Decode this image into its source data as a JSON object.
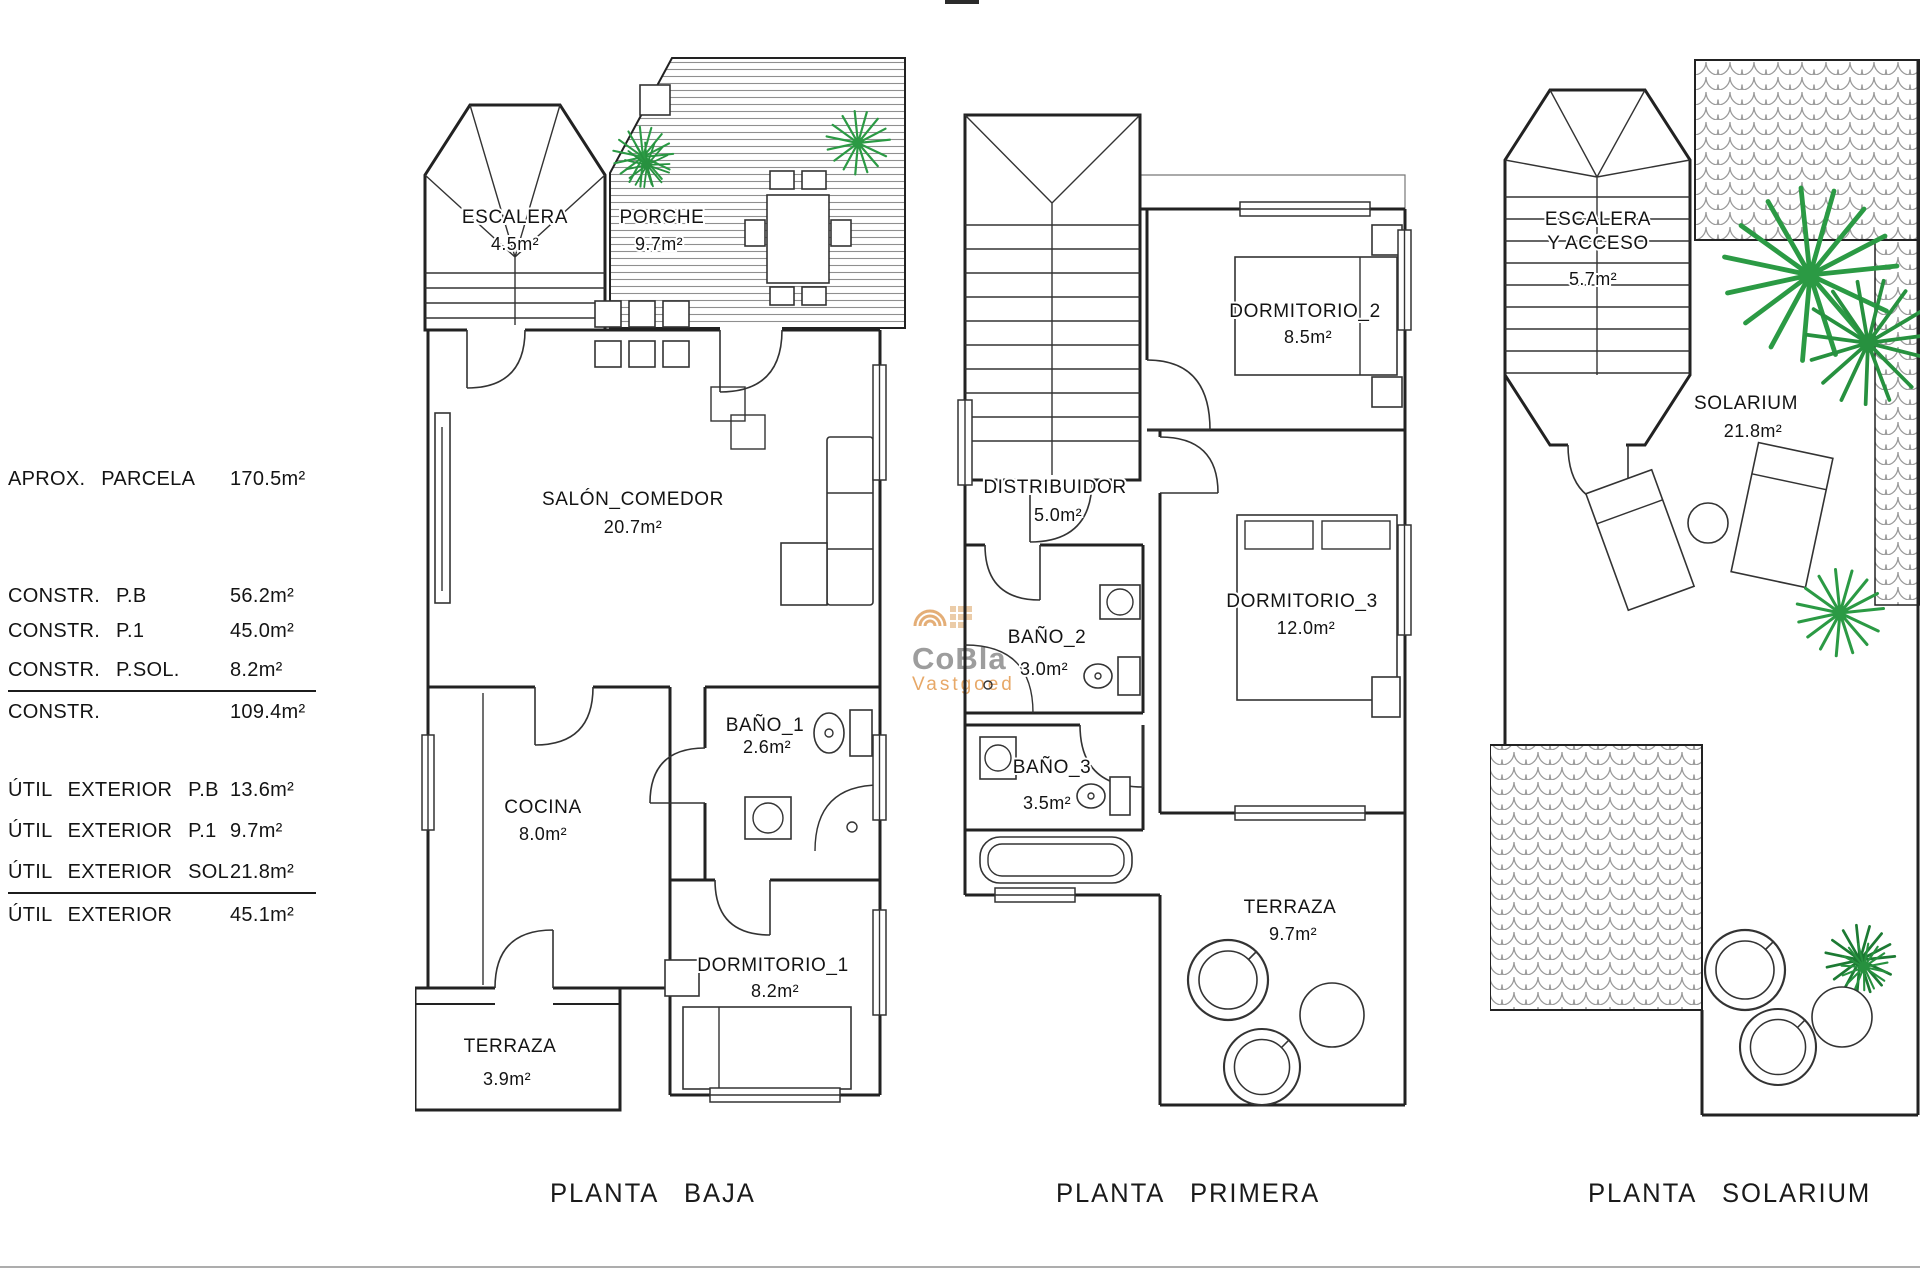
{
  "watermark": {
    "brand": "CoBla",
    "sub": "Vastgoed",
    "brand_color": "#8d8d8d",
    "sub_color": "#e39a4e"
  },
  "legend": {
    "rows": [
      {
        "label": "APROX. PARCELA",
        "value": "170.5m²"
      },
      {
        "label": "CONSTR. P.B",
        "value": "56.2m²"
      },
      {
        "label": "CONSTR. P.1",
        "value": "45.0m²"
      },
      {
        "label": "CONSTR. P.SOL.",
        "value": "8.2m²"
      },
      {
        "label": "CONSTR.",
        "value": "109.4m²"
      },
      {
        "label": "ÚTIL EXTERIOR P.B",
        "value": "13.6m²"
      },
      {
        "label": "ÚTIL EXTERIOR P.1",
        "value": "9.7m²"
      },
      {
        "label": "ÚTIL EXTERIOR SOL.",
        "value": "21.8m²"
      },
      {
        "label": "ÚTIL EXTERIOR",
        "value": "45.1m²"
      }
    ]
  },
  "plans": {
    "baja": {
      "title": "PLANTA BAJA",
      "rooms": {
        "escalera": {
          "name": "ESCALERA",
          "area": "4.5m²"
        },
        "porche": {
          "name": "PORCHE",
          "area": "9.7m²"
        },
        "salon": {
          "name": "SALÓN_COMEDOR",
          "area": "20.7m²"
        },
        "bano1": {
          "name": "BAÑO_1",
          "area": "2.6m²"
        },
        "cocina": {
          "name": "COCINA",
          "area": "8.0m²"
        },
        "dormitorio1": {
          "name": "DORMITORIO_1",
          "area": "8.2m²"
        },
        "terraza": {
          "name": "TERRAZA",
          "area": "3.9m²"
        }
      }
    },
    "primera": {
      "title": "PLANTA PRIMERA",
      "rooms": {
        "dormitorio2": {
          "name": "DORMITORIO_2",
          "area": "8.5m²"
        },
        "distribuidor": {
          "name": "DISTRIBUIDOR",
          "area": "5.0m²"
        },
        "bano2": {
          "name": "BAÑO_2",
          "area": "3.0m²"
        },
        "dormitorio3": {
          "name": "DORMITORIO_3",
          "area": "12.0m²"
        },
        "bano3": {
          "name": "BAÑO_3",
          "area": "3.5m²"
        },
        "terraza": {
          "name": "TERRAZA",
          "area": "9.7m²"
        }
      }
    },
    "solarium": {
      "title": "PLANTA SOLARIUM",
      "rooms": {
        "escalera": {
          "name": "ESCALERA",
          "name2": "Y ACCESO",
          "area": "5.7m²"
        },
        "solarium": {
          "name": "SOLARIUM",
          "area": "21.8m²"
        }
      }
    }
  },
  "colors": {
    "plant_green": "#2b9a44",
    "plant_dark": "#1c7a33",
    "wall": "#222222",
    "tile_gray": "#9a9a9a"
  }
}
